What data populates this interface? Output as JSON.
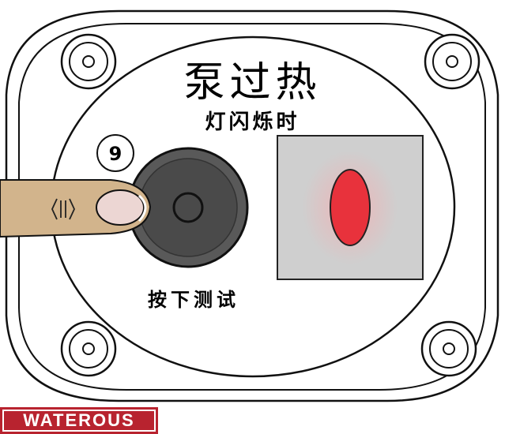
{
  "title": "泵过热",
  "subtitle": "灯闪烁时",
  "step_number": "9",
  "button_label": "按下测试",
  "brand": "WATEROUS",
  "colors": {
    "brand": "#b8232f",
    "indicator_light": "#e8323c",
    "panel": "#cfcfcf",
    "button": "#595959",
    "finger": "#d2b48c"
  },
  "icons": {
    "finger": "pointing-finger-icon",
    "press": "press-indicator-icon"
  }
}
